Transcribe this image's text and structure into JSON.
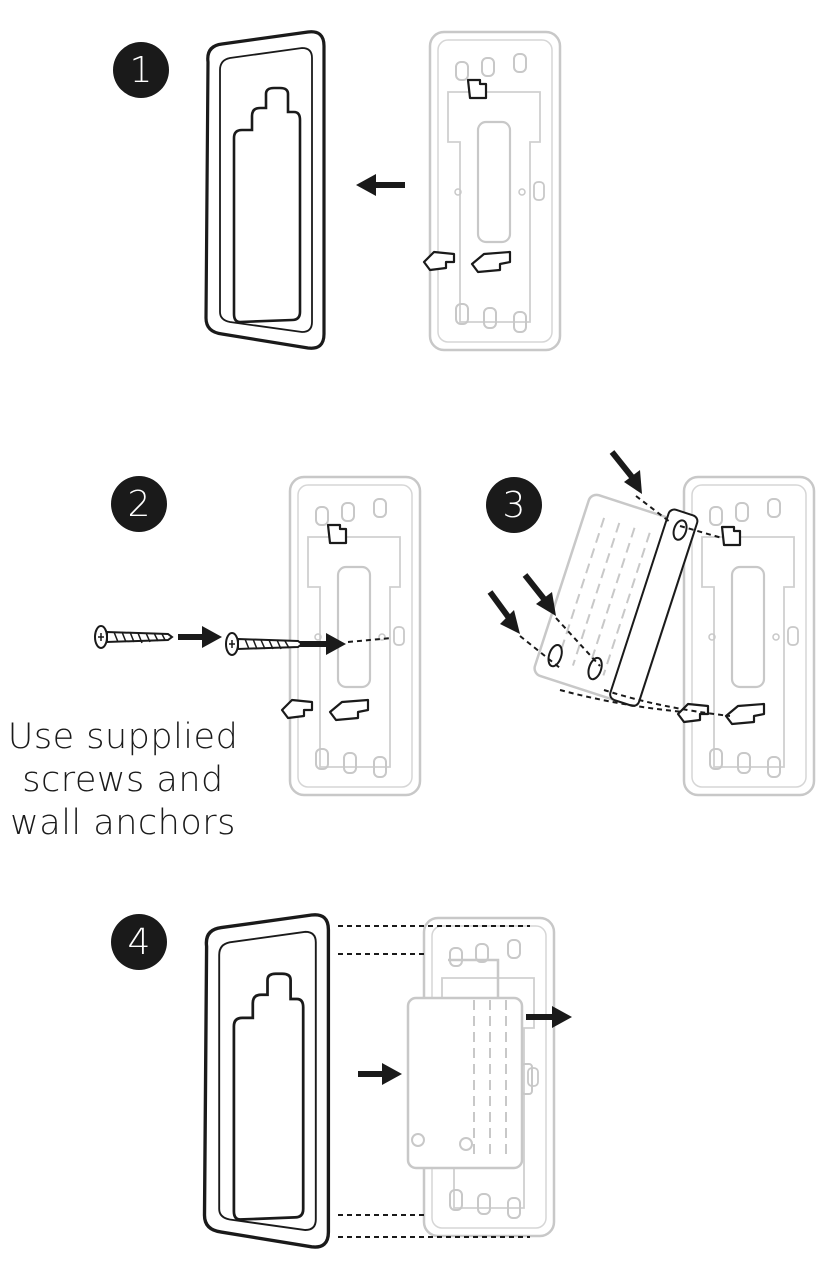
{
  "steps": [
    {
      "number": "1"
    },
    {
      "number": "2"
    },
    {
      "number": "3"
    },
    {
      "number": "4"
    }
  ],
  "caption": {
    "line1": "Use supplied",
    "line2": "screws and",
    "line3": "wall anchors"
  },
  "colors": {
    "ink": "#1a1a1a",
    "light_part": "#c8c8c8",
    "badge": "#1a1a1a"
  },
  "icons": [
    "wall-plate-icon",
    "mounting-base-icon",
    "screw-icon",
    "arrow-icon",
    "terminal-block-icon"
  ]
}
